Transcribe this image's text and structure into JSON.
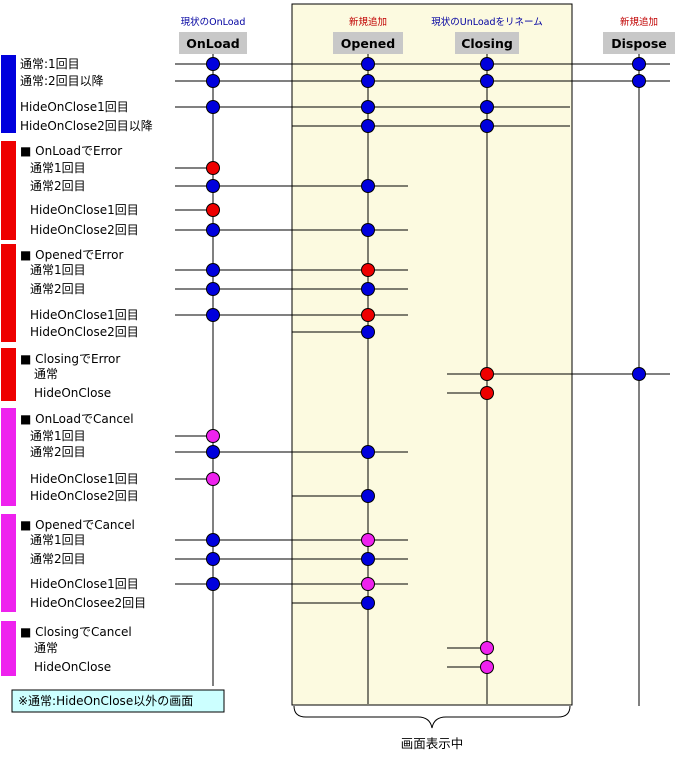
{
  "colors": {
    "blue": "#0000dd",
    "red": "#ee0000",
    "magenta": "#ee22ee",
    "panel": "#fcfae0",
    "header_box": "#c8c8c8",
    "note_blue": "#0000a0",
    "note_red": "#c00000",
    "legend_bg": "#ccffff"
  },
  "columns": [
    {
      "id": "onload",
      "name": "OnLoad",
      "note": "現状のOnLoad",
      "note_color": "note_blue"
    },
    {
      "id": "opened",
      "name": "Opened",
      "note": "新規追加",
      "note_color": "note_red"
    },
    {
      "id": "closing",
      "name": "Closing",
      "note": "現状のUnLoadをリネーム",
      "note_color": "note_blue"
    },
    {
      "id": "dispose",
      "name": "Dispose",
      "note": "新規追加",
      "note_color": "note_red"
    }
  ],
  "groups": [
    {
      "color": "blue",
      "header": "",
      "rows": [
        {
          "label": "通常:1回目",
          "left": "onload",
          "right": "dispose",
          "dots": {
            "onload": "blue",
            "opened": "blue",
            "closing": "blue",
            "dispose": "blue"
          }
        },
        {
          "label": "通常:2回目以降",
          "left": "onload",
          "right": "dispose",
          "dots": {
            "onload": "blue",
            "opened": "blue",
            "closing": "blue",
            "dispose": "blue"
          }
        },
        {
          "label": "HideOnClose1回目",
          "left": "onload",
          "right": "closing",
          "dots": {
            "onload": "blue",
            "opened": "blue",
            "closing": "blue"
          }
        },
        {
          "label": "HideOnClose2回目以降",
          "left": "opened",
          "right": "closing",
          "dots": {
            "opened": "blue",
            "closing": "blue"
          }
        }
      ]
    },
    {
      "color": "red",
      "header": "■ OnLoadでError",
      "rows": [
        {
          "label": "通常1回目",
          "left": "onload",
          "right": "onload",
          "dots": {
            "onload": "red"
          }
        },
        {
          "label": "通常2回目",
          "left": "onload",
          "right": "opened",
          "dots": {
            "onload": "blue",
            "opened": "blue"
          }
        },
        {
          "label": "HideOnClose1回目",
          "left": "onload",
          "right": "onload",
          "dots": {
            "onload": "red"
          }
        },
        {
          "label": "HideOnClose2回目",
          "left": "onload",
          "right": "opened",
          "dots": {
            "onload": "blue",
            "opened": "blue"
          }
        }
      ]
    },
    {
      "color": "red",
      "header": "■ OpenedでError",
      "rows": [
        {
          "label": "通常1回目",
          "left": "onload",
          "right": "opened",
          "dots": {
            "onload": "blue",
            "opened": "red"
          }
        },
        {
          "label": "通常2回目",
          "left": "onload",
          "right": "opened",
          "dots": {
            "onload": "blue",
            "opened": "blue"
          }
        },
        {
          "label": "HideOnClose1回目",
          "left": "onload",
          "right": "opened",
          "dots": {
            "onload": "blue",
            "opened": "red"
          }
        },
        {
          "label": "HideOnClose2回目",
          "left": "opened",
          "right": "opened",
          "dots": {
            "opened": "blue"
          }
        }
      ]
    },
    {
      "color": "red",
      "header": "■ ClosingでError",
      "rows": [
        {
          "label": "通常",
          "left": "closing",
          "right": "dispose",
          "dots": {
            "closing": "red",
            "dispose": "blue"
          }
        },
        {
          "label": "HideOnClose",
          "left": "closing",
          "right": "closing",
          "dots": {
            "closing": "red"
          }
        }
      ]
    },
    {
      "color": "magenta",
      "header": "■ OnLoadでCancel",
      "rows": [
        {
          "label": "通常1回目",
          "left": "onload",
          "right": "onload",
          "dots": {
            "onload": "magenta"
          }
        },
        {
          "label": "通常2回目",
          "left": "onload",
          "right": "opened",
          "dots": {
            "onload": "blue",
            "opened": "blue"
          }
        },
        {
          "label": "HideOnClose1回目",
          "left": "onload",
          "right": "onload",
          "dots": {
            "onload": "magenta"
          }
        },
        {
          "label": "HideOnClose2回目",
          "left": "opened",
          "right": "opened",
          "dots": {
            "opened": "blue"
          }
        }
      ]
    },
    {
      "color": "magenta",
      "header": "■ OpenedでCancel",
      "rows": [
        {
          "label": "通常1回目",
          "left": "onload",
          "right": "opened",
          "dots": {
            "onload": "blue",
            "opened": "magenta"
          }
        },
        {
          "label": "通常2回目",
          "left": "onload",
          "right": "opened",
          "dots": {
            "onload": "blue",
            "opened": "blue"
          }
        },
        {
          "label": "HideOnClose1回目",
          "left": "onload",
          "right": "opened",
          "dots": {
            "onload": "blue",
            "opened": "magenta"
          }
        },
        {
          "label": "HideOnClosee2回目",
          "left": "opened",
          "right": "opened",
          "dots": {
            "opened": "blue"
          }
        }
      ]
    },
    {
      "color": "magenta",
      "header": "■ ClosingでCancel",
      "rows": [
        {
          "label": "通常",
          "left": "closing",
          "right": "closing",
          "dots": {
            "closing": "magenta"
          }
        },
        {
          "label": "HideOnClose",
          "left": "closing",
          "right": "closing",
          "dots": {
            "closing": "magenta"
          }
        }
      ]
    }
  ],
  "legend": "※通常:HideOnClose以外の画面",
  "footer": "画面表示中"
}
